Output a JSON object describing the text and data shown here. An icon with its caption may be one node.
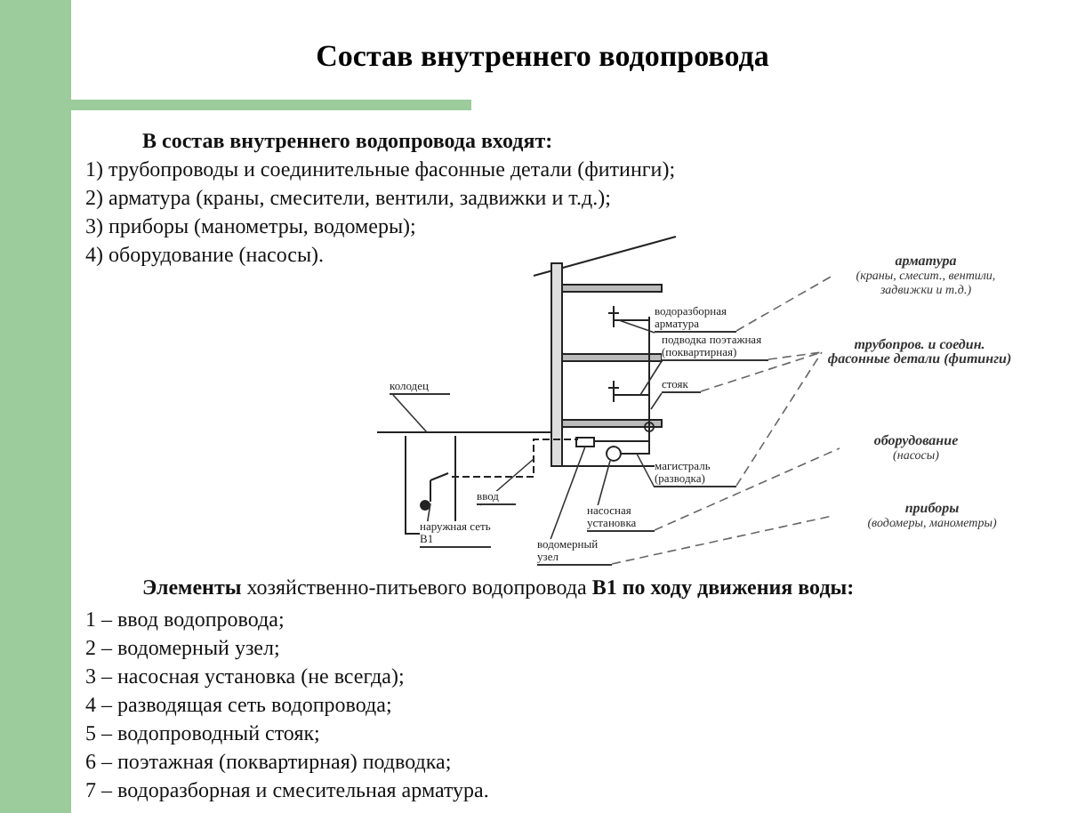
{
  "diagram": {
    "title": "Состав внутреннего водопровода",
    "nodes": [
      {
        "text": [
          "водоразборная арматура"
        ]
      },
      {
        "text": [
          "подводка поэтажная (поквартирная)"
        ]
      },
      {
        "text": [
          "стояк"
        ]
      },
      {
        "text": [
          "колодец"
        ]
      },
      {
        "text": [
          "ввод"
        ]
      },
      {
        "text": [
          "наружная сеть В1"
        ]
      },
      {
        "text": [
          "магистраль (разводка)"
        ]
      },
      {
        "text": [
          "насосная установка"
        ]
      },
      {
        "text": [
          "водомерный узел"
        ]
      },
      {
        "text": [
          "арматура",
          "(краны, смесит., вентили, задвижки и т.д.)"
        ]
      },
      {
        "text": [
          "трубопров. и соедин. фасонные детали (фитинги)"
        ]
      },
      {
        "text": [
          "оборудование",
          "(насосы)"
        ]
      },
      {
        "text": [
          "приборы",
          "(водомеры, манометры)"
        ]
      }
    ],
    "edges": [
      {
        "from": 0,
        "to": null,
        "arrow": "none"
      },
      {
        "from": 1,
        "to": null,
        "arrow": "none"
      },
      {
        "from": 2,
        "to": null,
        "arrow": "none"
      },
      {
        "from": 3,
        "to": null,
        "arrow": "none"
      },
      {
        "from": 4,
        "to": null,
        "arrow": "none"
      },
      {
        "from": 5,
        "to": null,
        "arrow": "none"
      },
      {
        "from": 6,
        "to": null,
        "arrow": "none"
      },
      {
        "from": 7,
        "to": null,
        "arrow": "none"
      },
      {
        "from": 8,
        "to": null,
        "arrow": "none"
      },
      {
        "from": 0,
        "to": 9,
        "arrow": "none",
        "style": "dashed"
      },
      {
        "from": 1,
        "to": 10,
        "arrow": "none",
        "style": "dashed"
      },
      {
        "from": 2,
        "to": 10,
        "arrow": "none",
        "style": "dashed"
      },
      {
        "from": 6,
        "to": 10,
        "arrow": "none",
        "style": "dashed"
      },
      {
        "from": 7,
        "to": 11,
        "arrow": "none",
        "style": "dashed"
      },
      {
        "from": 8,
        "to": 12,
        "arrow": "none",
        "style": "dashed"
      }
    ],
    "labels": [
      "В состав внутреннего водопровода входят:",
      "1) трубопроводы и соединительные фасонные детали (фитинги);",
      "2) арматура (краны, смесители, вентили, задвижки и т.д.);",
      "3) приборы (манометры, водомеры);",
      "4) оборудование (насосы).",
      "**Элементы** хозяйственно-питьевого водопровода **В1 по ходу движения воды:**",
      "1 – ввод водопровода;",
      "2 – водомерный узел;",
      "3 – насосная установка (не всегда);",
      "4 – разводящая сеть водопровода;",
      "5 – водопроводный стояк;",
      "6 – поэтажная (поквартирная) подводка;",
      "7 – водоразборная и смесительная арматура."
    ]
  }
}
